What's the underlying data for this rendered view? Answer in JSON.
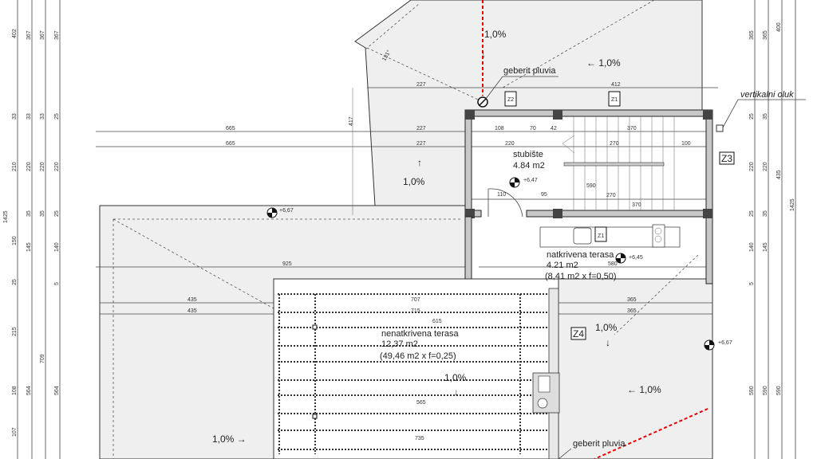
{
  "labels": {
    "slope": "1,0%",
    "slope_left": "← 1,0%",
    "slope_right": "1,0% →",
    "arrow_down": "↓",
    "arrow_up": "↑",
    "geberit_top": "geberit pluvia",
    "geberit_bottom": "geberit pluvia",
    "vertical_gutter": "vertikalni oluk",
    "angle": "131°"
  },
  "tags": {
    "z1": "Z1",
    "z2": "Z2",
    "z3": "Z3",
    "z4": "Z4"
  },
  "rooms": {
    "stairs": {
      "name": "stubište",
      "area": "4.84 m2",
      "level": "+6,47"
    },
    "covered_terrace": {
      "name": "natkrivena terasa",
      "area": "4.21 m2",
      "formula": "(8,41 m2 x f=0,50)",
      "level": "+6,45"
    },
    "open_terrace": {
      "name": "nenatkrivena terasa",
      "area": "12,37 m2",
      "formula": "(49,46 m2 x f=0,25)"
    }
  },
  "levels": {
    "roof_left": "+6,67",
    "roof_right": "+6,67"
  },
  "dims": {
    "h": [
      "665",
      "665",
      "227",
      "227",
      "227",
      "412",
      "925",
      "435",
      "435",
      "707",
      "715",
      "615",
      "365",
      "365",
      "580",
      "590",
      "370",
      "270",
      "370",
      "100",
      "565",
      "735",
      "417",
      "220",
      "108",
      "70",
      "42",
      "270",
      "95",
      "110"
    ],
    "left1": [
      "402",
      "33",
      "210",
      "150",
      "25",
      "215",
      "108",
      "107"
    ],
    "left2": [
      "367",
      "33",
      "220",
      "35",
      "145",
      "564"
    ],
    "left3": [
      "367",
      "33",
      "220",
      "35",
      "709"
    ],
    "left4": [
      "367",
      "25",
      "220",
      "25",
      "140",
      "5",
      "564"
    ],
    "left_total": "1425",
    "right1": [
      "365",
      "25",
      "220",
      "25",
      "140",
      "5",
      "590"
    ],
    "right2": [
      "365",
      "35",
      "220",
      "35",
      "145",
      "590"
    ],
    "right3": [
      "400",
      "435",
      "590"
    ],
    "right_total": "1425"
  }
}
